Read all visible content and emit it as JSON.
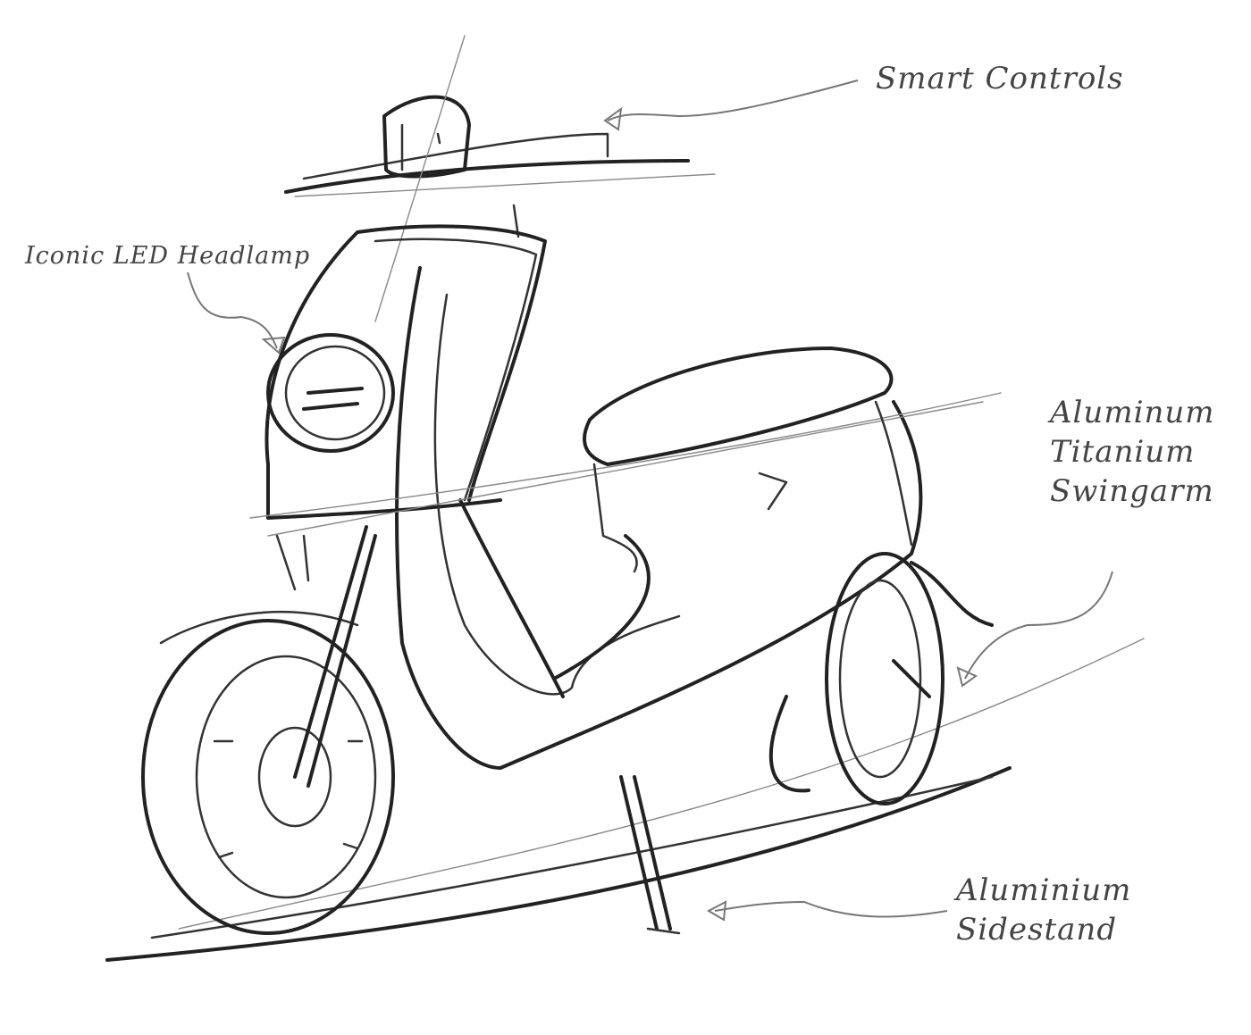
{
  "annotations": {
    "smart_controls": "Smart Controls",
    "headlamp": "Iconic LED Headlamp",
    "swingarm": [
      "Aluminum",
      "Titanium",
      "Swingarm"
    ],
    "sidestand": [
      "Aluminium",
      "Sidestand"
    ]
  },
  "colors": {
    "ink": "#222222",
    "annotation": "#444444",
    "background": "#ffffff"
  }
}
